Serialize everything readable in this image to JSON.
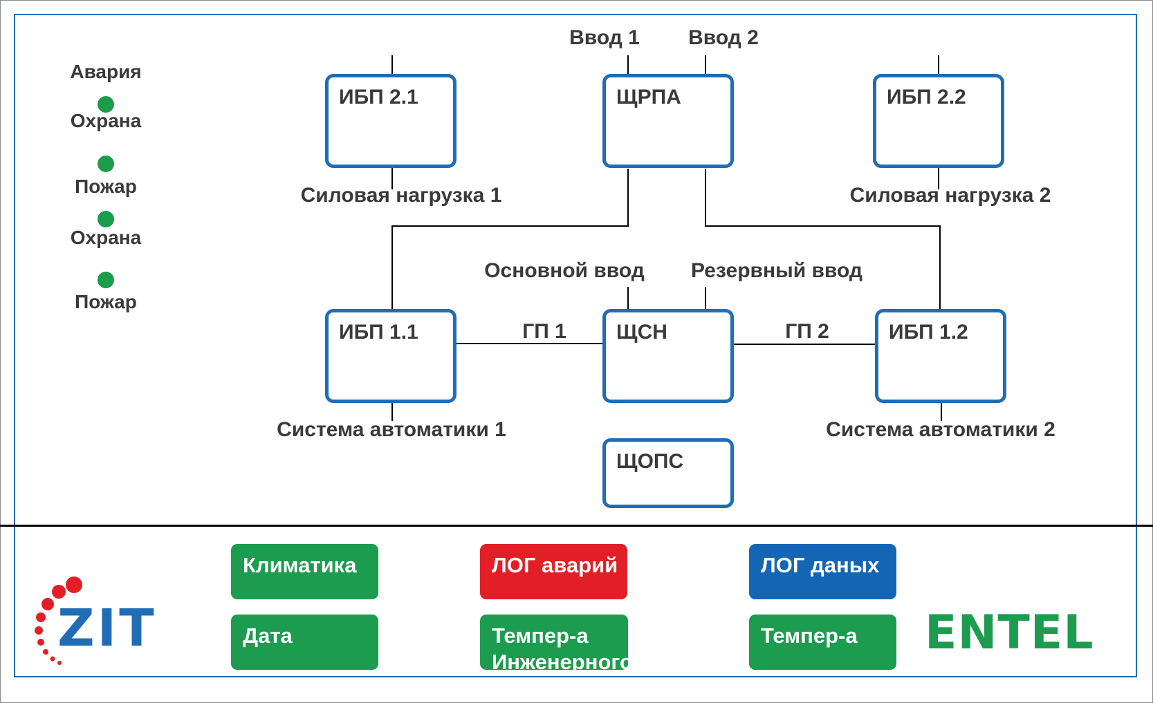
{
  "colors": {
    "accent_blue": "#1f6db5",
    "status_green": "#1a9c4a",
    "btn_green": "#1c9c4f",
    "btn_red": "#e21f26",
    "btn_blue": "#1466b4",
    "logo_green": "#1c9c4f"
  },
  "status_panel": [
    {
      "label": "Авария"
    },
    {
      "label": "Охрана"
    },
    {
      "label": "Пожар"
    },
    {
      "label": "Охрана"
    },
    {
      "label": "Пожар"
    }
  ],
  "top_inputs": {
    "input1": "Ввод 1",
    "input2": "Ввод 2"
  },
  "mid_inputs": {
    "main": "Основной ввод",
    "reserve": "Резервный ввод"
  },
  "boxes": {
    "ups21": "ИБП 2.1",
    "shrpa": "ЩРПА",
    "ups22": "ИБП 2.2",
    "ups11": "ИБП 1.1",
    "shsn": "ЩСН",
    "ups12": "ИБП 1.2",
    "shops": "ЩОПС"
  },
  "loads": {
    "power1": "Силовая нагрузка 1",
    "power2": "Силовая нагрузка 2",
    "auto1": "Система автоматики 1",
    "auto2": "Система автоматики 2"
  },
  "links": {
    "gp1": "ГП 1",
    "gp2": "ГП 2"
  },
  "buttons": {
    "climate": "Климатика",
    "alarm_log": "ЛОГ аварий",
    "data_log": "ЛОГ даных",
    "date": "Дата",
    "temp_eng": "Темпер-а Инженерного",
    "temp": "Темпер-а"
  },
  "logos": {
    "left": "ZIT",
    "right": "ENTEL"
  }
}
